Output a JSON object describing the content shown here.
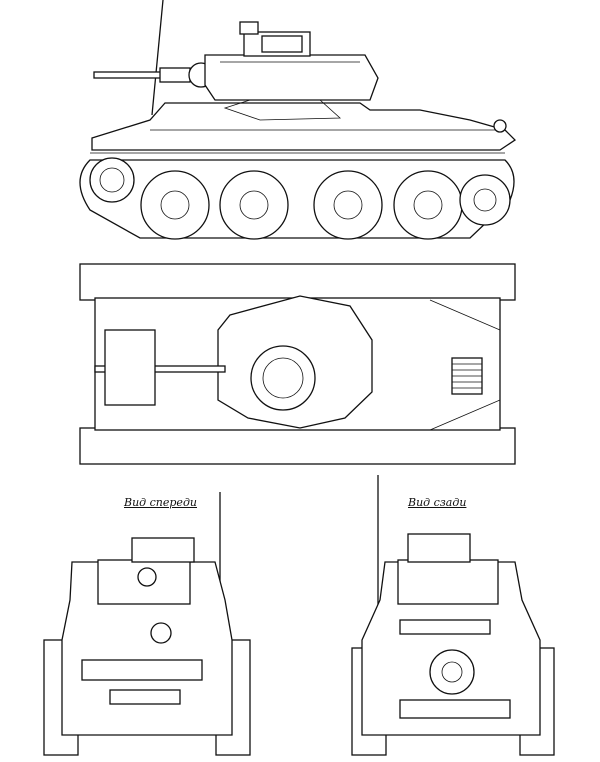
{
  "captions": {
    "front_view": "Вид спереди",
    "rear_view": "Вид сзади"
  },
  "views": {
    "side": "side-elevation",
    "top": "plan-view",
    "front": "front-elevation",
    "rear": "rear-elevation"
  },
  "colors": {
    "line": "#111111",
    "paper": "#ffffff"
  }
}
